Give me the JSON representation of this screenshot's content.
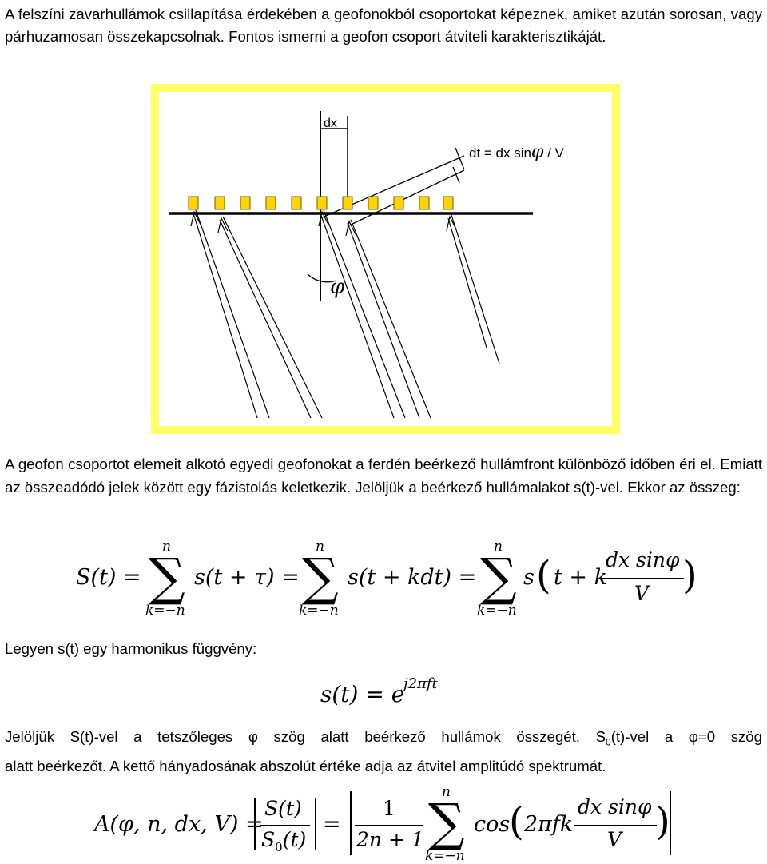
{
  "intro_text": "A felszíni zavarhullámok csillapítása érdekében a geofonokból csoportokat képeznek, amiket azután sorosan, vagy párhuzamosan összekapcsolnak. Fontos ismerni a geofon csoport átviteli karakterisztikáját.",
  "figure": {
    "label_dx": "dx",
    "label_dt": "dt = dx sin",
    "label_dt_phi": "φ",
    "label_dt_over_v": " / V",
    "label_phi": "φ",
    "colors": {
      "background": "#ffffff",
      "border": "#ffff66",
      "geophone_fill": "#ffd400",
      "geophone_stroke": "#7a5a00",
      "lines": "#000000"
    }
  },
  "paragraph2": "A geofon csoportot elemeit alkotó egyedi geofonokat a ferdén beérkező hullámfront különböző időben éri el. Emiatt az összeadódó jelek között egy fázistolás keletkezik. Jelöljük a beérkező hullámalakot s(t)-vel. Ekkor az összeg:",
  "equation1": {
    "lhs": "S(t) =",
    "sum_upper": "n",
    "sum_lower": "k=−n",
    "term1": "s(t + τ) =",
    "term2": "s(t + kdt) =",
    "term3_prefix": "s",
    "term3_inner": "t + k",
    "frac_num": "dx sinφ",
    "frac_den": "V"
  },
  "paragraph3": "Legyen s(t) egy harmonikus függvény:",
  "equation2": {
    "lhs": "s(t) = e",
    "exponent": "j2πft"
  },
  "paragraph4": {
    "line1_part1": "Jelöljük S(t)-vel a tetszőleges φ szög alatt beérkező hullámok összegét, S",
    "line1_sub": "0",
    "line1_part2": "(t)-vel a φ=0 szög",
    "line2": "alatt beérkezőt. A kettő hányadosának abszolút értéke adja az átvitel amplitúdó spektrumát."
  },
  "equation3": {
    "lhs": "A(φ, n, dx, V) =",
    "frac1_num": "S(t)",
    "frac1_den_base": "S",
    "frac1_den_sub": "0",
    "frac1_den_rest": "(t)",
    "equals": "=",
    "frac2_num": "1",
    "frac2_den": "2n + 1",
    "sum_upper": "n",
    "sum_lower": "k=−n",
    "cos": "cos",
    "cos_inner": "2πfk",
    "frac3_num": "dx sinφ",
    "frac3_den": "V"
  }
}
